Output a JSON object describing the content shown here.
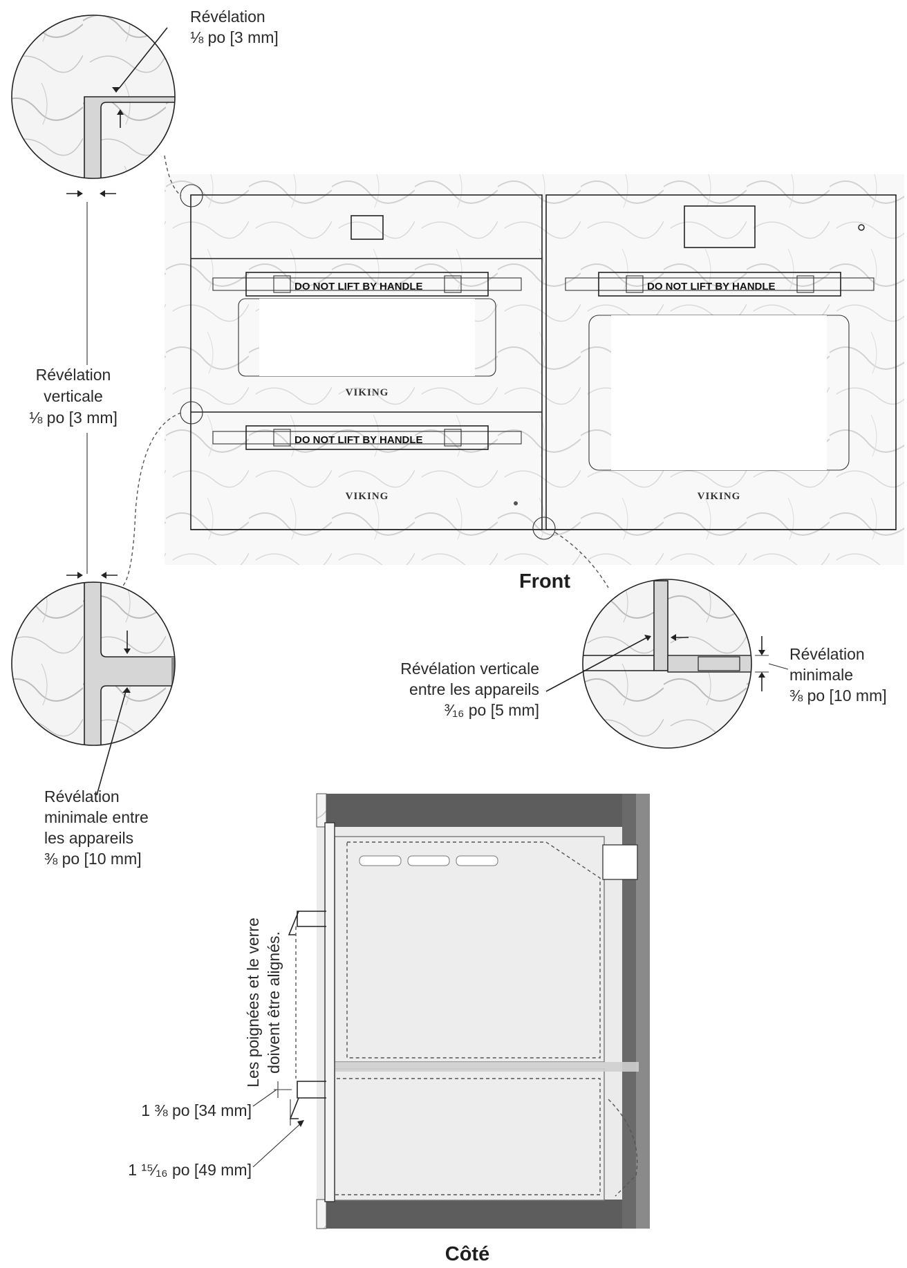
{
  "labels": {
    "front_title": "Front",
    "side_title": "Côté",
    "reveal_top_1": "Révélation",
    "reveal_top_2": "⅛ po [3 mm]",
    "reveal_vert_1": "Révélation",
    "reveal_vert_2": "verticale",
    "reveal_vert_3": "⅛ po [3 mm]",
    "reveal_min_between_1": "Révélation",
    "reveal_min_between_2": "minimale entre",
    "reveal_min_between_3": "les appareils",
    "reveal_min_between_4": "⅜ po [10 mm]",
    "reveal_vert_between_1": "Révélation verticale",
    "reveal_vert_between_2": "entre les appareils",
    "reveal_vert_between_3": "³⁄₁₆ po [5 mm]",
    "reveal_min_1": "Révélation",
    "reveal_min_2": "minimale",
    "reveal_min_3": "⅜ po [10 mm]",
    "align_1": "Les poignées et le verre",
    "align_2": "doivent être alignés.",
    "dim_34": "1 ⅜ po [34 mm]",
    "dim_49": "1 ¹⁵⁄₁₆ po [49 mm]"
  },
  "appliance": {
    "handle_warning": "DO NOT LIFT BY HANDLE",
    "brand": "VIKING"
  }
}
